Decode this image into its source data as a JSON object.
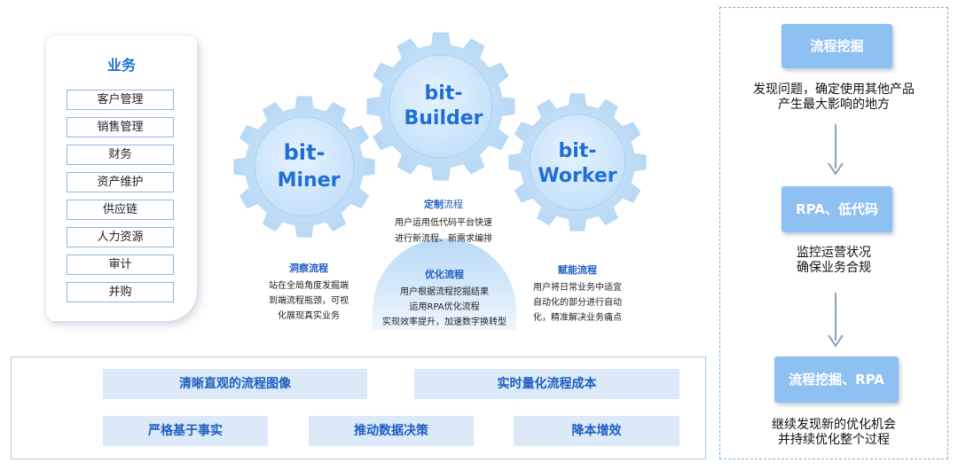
{
  "business": {
    "title": "业务",
    "items": [
      "客户管理",
      "销售管理",
      "财务",
      "资产维护",
      "供应链",
      "人力资源",
      "审计",
      "并购"
    ]
  },
  "gears": {
    "miner": {
      "line1": "bit-",
      "line2": "Miner"
    },
    "builder": {
      "line1": "bit-",
      "line2": "Builder"
    },
    "worker": {
      "line1": "bit-",
      "line2": "Worker"
    }
  },
  "processes": {
    "insight": {
      "title": "洞察流程",
      "lines": [
        "站在全局角度发掘端",
        "到端流程瓶颈，可视",
        "化展现真实业务"
      ]
    },
    "custom": {
      "title_bold": "定制",
      "title_rest": "流程",
      "lines": [
        "用户运用低代码平台快速",
        "进行新流程、新需求编排"
      ]
    },
    "optimize": {
      "title": "优化流程",
      "lines": [
        "用户根据流程挖掘结果",
        "运用RPA优化流程",
        "实现效率提升，加速数字换转型"
      ]
    },
    "empower": {
      "title": "赋能流程",
      "lines": [
        "用户将日常业务中适宜",
        "自动化的部分进行自动",
        "化，精准解决业务痛点"
      ]
    }
  },
  "benefits": {
    "icon": "lightbulb-icon",
    "items": [
      "清晰直观的流程图像",
      "实时量化流程成本",
      "严格基于事实",
      "推动数据决策",
      "降本增效"
    ]
  },
  "steps": [
    {
      "label": "流程挖掘",
      "desc": [
        "发现问题，确定使用其他产品",
        "产生最大影响的地方"
      ]
    },
    {
      "label": "RPA、低代码",
      "desc": [
        "监控运营状况",
        "确保业务合规"
      ]
    },
    {
      "label": "流程挖掘、RPA",
      "desc": [
        "继续发现新的优化机会",
        "并持续优化整个过程"
      ]
    }
  ],
  "colors": {
    "accent": "#1e6fd9",
    "gear_fill": "#bfdcf7",
    "gear_inner": "#cfe6fb",
    "step_box": "#8fc0f2",
    "benefit_fill": "#dbe9f9"
  }
}
